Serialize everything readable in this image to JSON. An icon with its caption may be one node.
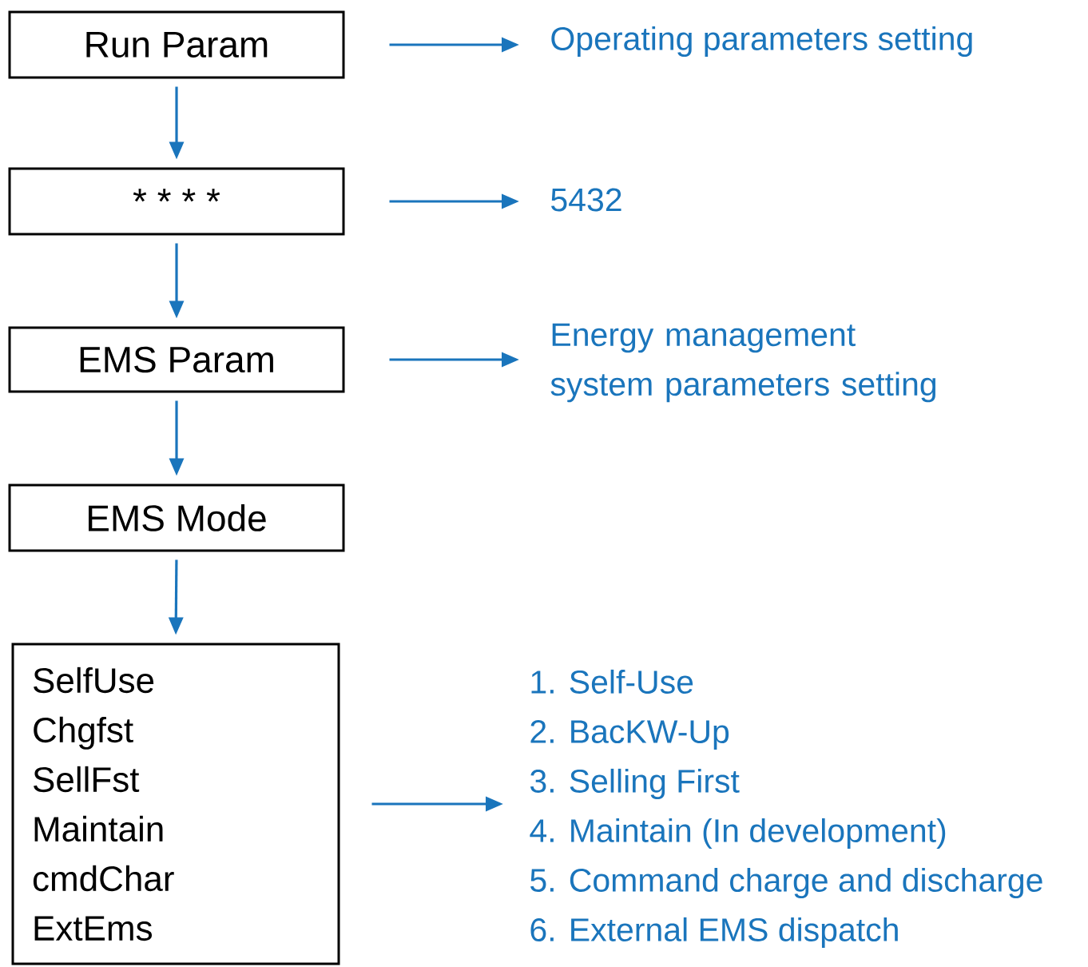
{
  "diagram": {
    "nodes": [
      {
        "text": [
          "Run Param"
        ]
      },
      {
        "text": [
          "* * * *"
        ]
      },
      {
        "text": [
          "EMS Param"
        ]
      },
      {
        "text": [
          "EMS Mode"
        ]
      },
      {
        "text": [
          "SelfUse",
          "Chgfst",
          "SellFst",
          "Maintain",
          "cmdChar",
          "ExtEms"
        ]
      },
      {
        "text": [
          "Operating parameters setting"
        ]
      },
      {
        "text": [
          "5432"
        ]
      },
      {
        "text": [
          "Energy management system parameters setting"
        ]
      },
      {
        "text": [
          "1. Self-Use",
          "2. BacKW-Up",
          "3. Selling First",
          "4. Maintain (In development)",
          "5. Command charge and discharge",
          "6. External EMS dispatch"
        ]
      }
    ],
    "edges": [
      {
        "from": 0,
        "to": 1,
        "arrow": "to"
      },
      {
        "from": 1,
        "to": 2,
        "arrow": "to"
      },
      {
        "from": 2,
        "to": 3,
        "arrow": "to"
      },
      {
        "from": 3,
        "to": 4,
        "arrow": "to"
      },
      {
        "from": 0,
        "to": 5,
        "arrow": "to"
      },
      {
        "from": 1,
        "to": 6,
        "arrow": "to"
      },
      {
        "from": 2,
        "to": 7,
        "arrow": "to"
      },
      {
        "from": 4,
        "to": 8,
        "arrow": "to"
      }
    ]
  }
}
